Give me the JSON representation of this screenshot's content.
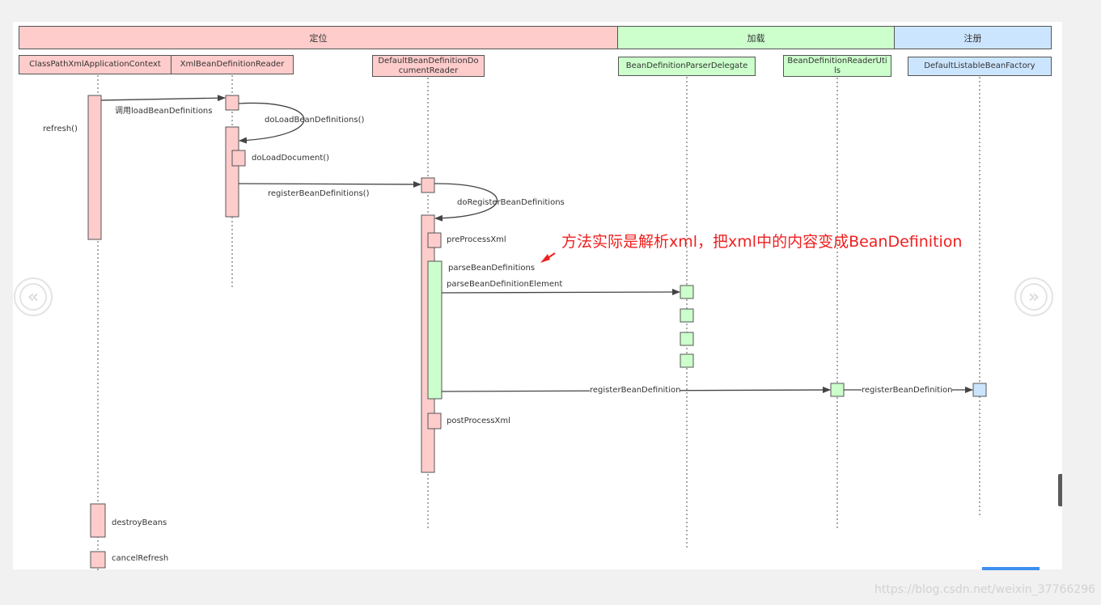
{
  "colors": {
    "pink": "#ffcccc",
    "green": "#ccffcc",
    "blue": "#cce5ff",
    "annotation": "#f01f1f",
    "line": "#444444"
  },
  "bands": {
    "locate": "定位",
    "load": "加载",
    "register": "注册"
  },
  "participants": {
    "context": "ClassPathXmlApplicationContext",
    "reader": "XmlBeanDefinitionReader",
    "doc_reader": "DefaultBeanDefinitionDocumentReader",
    "delegate": "BeanDefinitionParserDelegate",
    "utils": "BeanDefinitionReaderUtils",
    "factory": "DefaultListableBeanFactory"
  },
  "messages": {
    "call_load": "调用loadBeanDefinitions",
    "refresh": "refresh()",
    "do_load": "doLoadBeanDefinitions()",
    "do_load_doc": "doLoadDocument()",
    "register_defs": "registerBeanDefinitions()",
    "do_register": "doRegisterBeanDefinitions",
    "pre_process": "preProcessXml",
    "parse_defs": "parseBeanDefinitions",
    "parse_element": "parseBeanDefinitionElement",
    "register_def_1": "registerBeanDefinition",
    "register_def_2": "registerBeanDefinition",
    "post_process": "postProcessXml",
    "destroy": "destroyBeans",
    "cancel": "cancelRefresh"
  },
  "annotation": "方法实际是解析xml，把xml中的内容变成BeanDefinition",
  "navigation": {
    "prev_icon": "chevron-left-icon",
    "next_icon": "chevron-right-icon",
    "prev_glyph": "«",
    "next_glyph": "»"
  },
  "watermark": "https://blog.csdn.net/weixin_37766296"
}
